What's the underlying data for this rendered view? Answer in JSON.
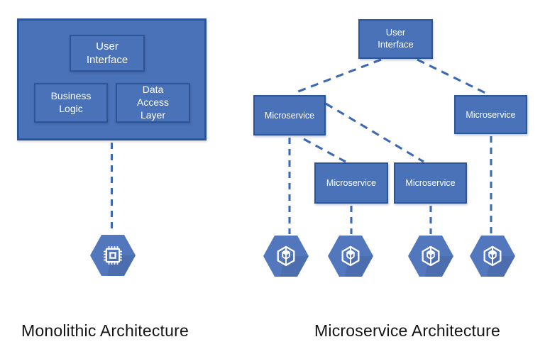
{
  "colors": {
    "accent_fill": "#4a72b8",
    "accent_border": "#2a5699",
    "connector": "#3c68b4",
    "hexagon_fill": "#5377bc",
    "icon_white": "#ffffff",
    "caption_text": "#141414",
    "box_text": "#ffffff",
    "background": "#ffffff"
  },
  "icons": {
    "monolith_node": "cpu-chip-icon",
    "microservice_node": "container-cube-icon"
  },
  "monolith": {
    "caption": "Monolithic Architecture",
    "components": [
      {
        "label": "User\nInterface"
      },
      {
        "label": "Business\nLogic"
      },
      {
        "label": "Data\nAccess\nLayer"
      }
    ]
  },
  "microservices": {
    "caption": "Microservice Architecture",
    "user_interface": {
      "label": "User\nInterface"
    },
    "services": [
      {
        "label": "Microservice"
      },
      {
        "label": "Microservice"
      },
      {
        "label": "Microservice"
      },
      {
        "label": "Microservice"
      }
    ]
  }
}
